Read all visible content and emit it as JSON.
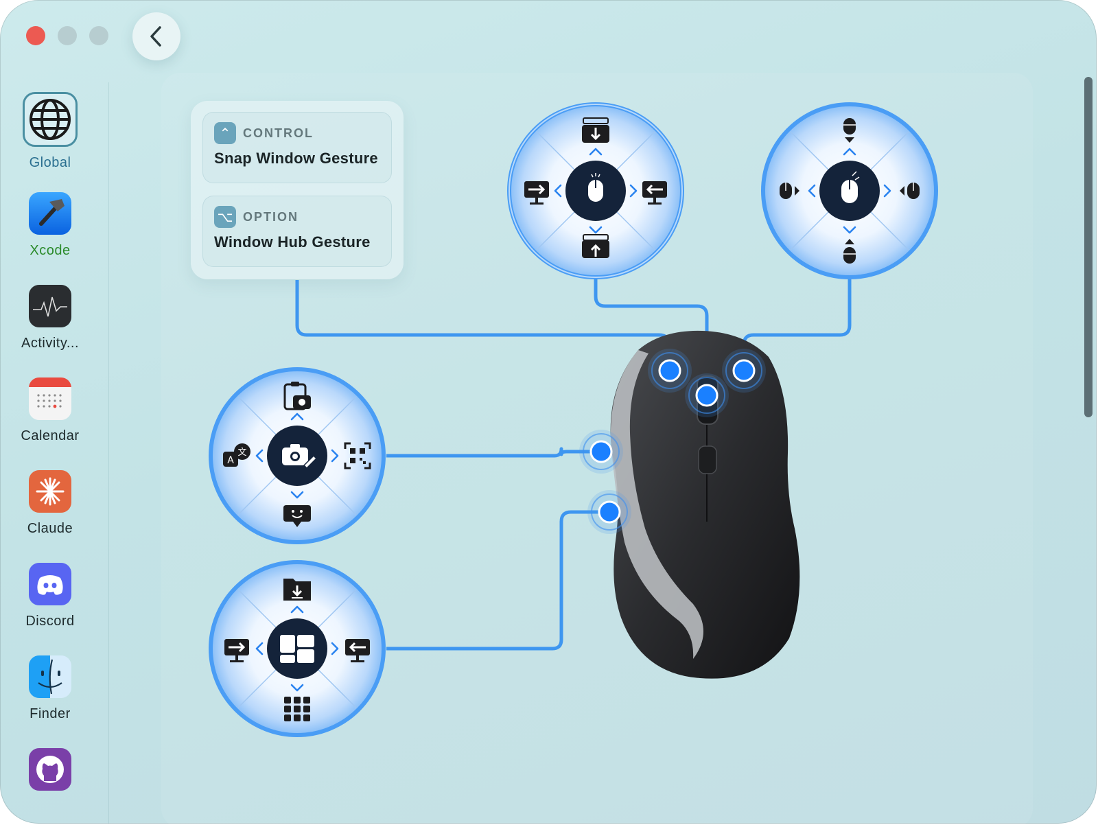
{
  "window": {
    "controls": [
      "close",
      "minimize",
      "zoom"
    ],
    "back_icon": "chevron-left-icon"
  },
  "sidebar": {
    "apps": [
      {
        "label": "Global",
        "icon": "globe-icon",
        "selected": true,
        "label_color": "#2a6f90"
      },
      {
        "label": "Xcode",
        "icon": "hammer-icon",
        "label_color": "#2a8a2a"
      },
      {
        "label": "Activity...",
        "icon": "activity-monitor-icon"
      },
      {
        "label": "Calendar",
        "icon": "calendar-icon"
      },
      {
        "label": "Claude",
        "icon": "claude-icon"
      },
      {
        "label": "Discord",
        "icon": "discord-icon"
      },
      {
        "label": "Finder",
        "icon": "finder-icon"
      },
      {
        "label": "",
        "icon": "github-icon"
      }
    ]
  },
  "modifiers": [
    {
      "key_symbol": "⌃",
      "key": "CONTROL",
      "action": "Snap Window Gesture"
    },
    {
      "key_symbol": "⌥",
      "key": "OPTION",
      "action": "Window Hub Gesture"
    }
  ],
  "wheels": [
    {
      "name": "window-snap-wheel",
      "center_icon": "mouse-click-icon",
      "up": "snap-bottom-icon",
      "down": "snap-top-icon",
      "left": "snap-left-icon",
      "right": "snap-right-icon"
    },
    {
      "name": "mouse-button-wheel",
      "center_icon": "mouse-press-icon",
      "up": "mouse-scroll-up-icon",
      "down": "mouse-scroll-down-icon",
      "left": "mouse-left-icon",
      "right": "mouse-right-icon"
    },
    {
      "name": "screenshot-wheel",
      "center_icon": "camera-edit-icon",
      "up": "clipboard-camera-icon",
      "down": "emoji-bubble-icon",
      "left": "translate-icon",
      "right": "qr-scan-icon"
    },
    {
      "name": "window-hub-wheel",
      "center_icon": "window-layout-icon",
      "up": "folder-download-icon",
      "down": "app-grid-icon",
      "left": "monitor-left-icon",
      "right": "monitor-right-icon"
    }
  ],
  "colors": {
    "accent": "#1a80ff",
    "line": "#3e96f0",
    "wheel_center": "#14233a"
  }
}
